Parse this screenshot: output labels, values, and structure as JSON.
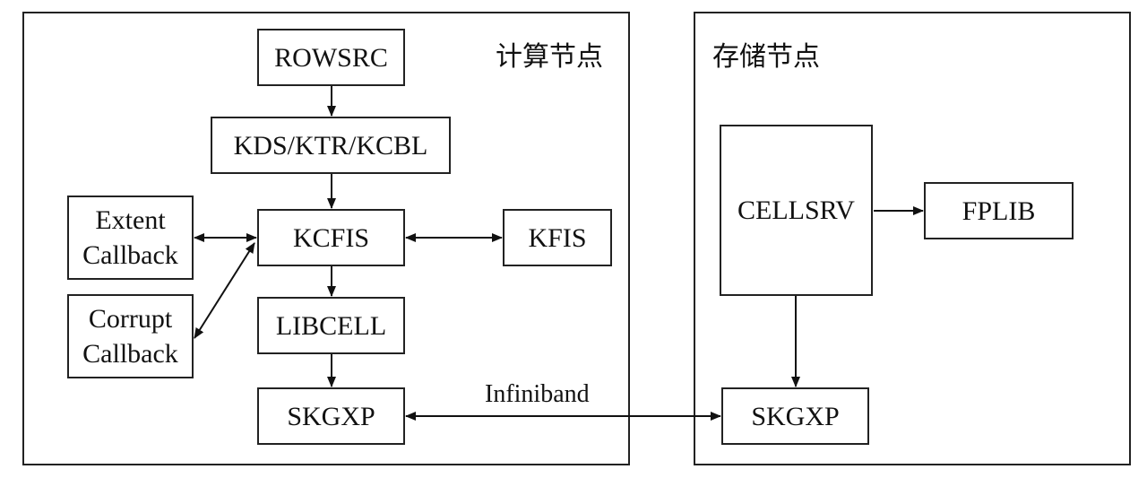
{
  "compute_node": {
    "title": "计算节点",
    "rowsrc": "ROWSRC",
    "kds": "KDS/KTR/KCBL",
    "kcfis": "KCFIS",
    "kfis": "KFIS",
    "libcell": "LIBCELL",
    "skgxp": "SKGXP",
    "extent_callback": [
      "Extent",
      "Callback"
    ],
    "corrupt_callback": [
      "Corrupt",
      "Callback"
    ]
  },
  "storage_node": {
    "title": "存储节点",
    "cellsrv": "CELLSRV",
    "fplib": "FPLIB",
    "skgxp": "SKGXP"
  },
  "link_label": "Infiniband"
}
